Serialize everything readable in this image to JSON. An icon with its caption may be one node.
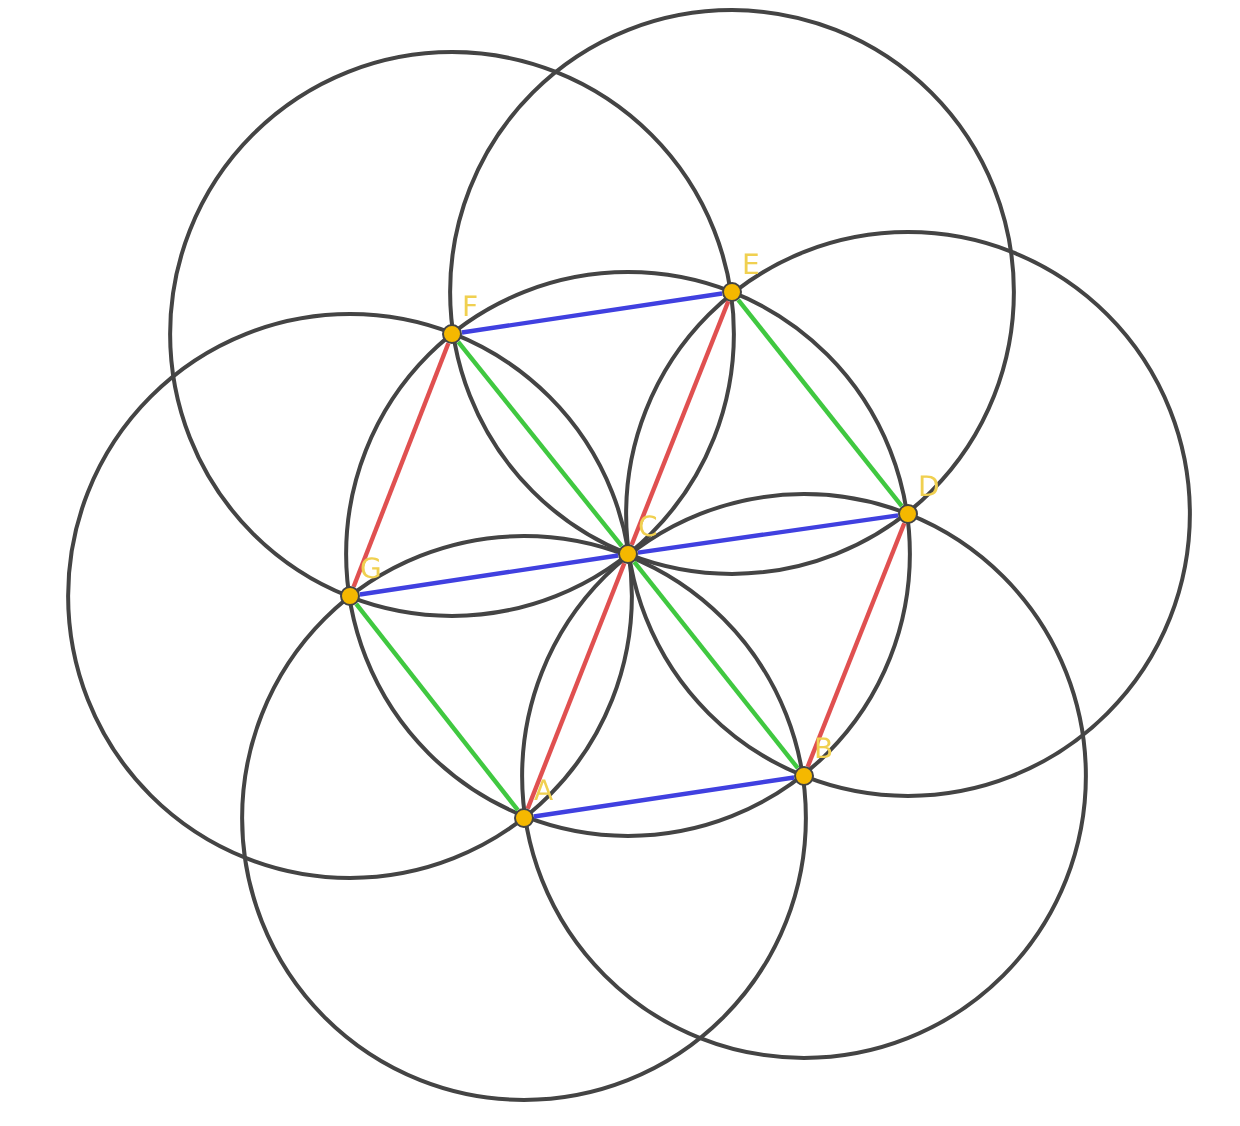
{
  "diagram": {
    "nodes": [
      {
        "text": [],
        "shape": "circle",
        "beside": [
          "E"
        ]
      },
      {
        "text": [],
        "shape": "circle",
        "beside": [
          "F"
        ]
      },
      {
        "text": [],
        "shape": "circle",
        "beside": [
          "D"
        ]
      },
      {
        "text": [],
        "shape": "circle",
        "beside": [
          "C"
        ]
      },
      {
        "text": [],
        "shape": "circle",
        "beside": [
          "G"
        ]
      },
      {
        "text": [],
        "shape": "circle",
        "beside": [
          "B"
        ]
      },
      {
        "text": [],
        "shape": "circle",
        "beside": [
          "A"
        ]
      }
    ],
    "edges": [
      {
        "from": 1,
        "to": 0,
        "arrow": "none",
        "color": "#4040e0"
      },
      {
        "from": 4,
        "to": 3,
        "arrow": "none",
        "color": "#4040e0"
      },
      {
        "from": 3,
        "to": 2,
        "arrow": "none",
        "color": "#4040e0"
      },
      {
        "from": 6,
        "to": 5,
        "arrow": "none",
        "color": "#4040e0"
      },
      {
        "from": 1,
        "to": 4,
        "arrow": "none",
        "color": "#e05050"
      },
      {
        "from": 0,
        "to": 3,
        "arrow": "none",
        "color": "#e05050"
      },
      {
        "from": 3,
        "to": 6,
        "arrow": "none",
        "color": "#e05050"
      },
      {
        "from": 2,
        "to": 5,
        "arrow": "none",
        "color": "#e05050"
      },
      {
        "from": 1,
        "to": 3,
        "arrow": "none",
        "color": "#40c840"
      },
      {
        "from": 3,
        "to": 5,
        "arrow": "none",
        "color": "#40c840"
      },
      {
        "from": 0,
        "to": 2,
        "arrow": "none",
        "color": "#40c840"
      },
      {
        "from": 4,
        "to": 6,
        "arrow": "none",
        "color": "#40c840"
      }
    ]
  }
}
